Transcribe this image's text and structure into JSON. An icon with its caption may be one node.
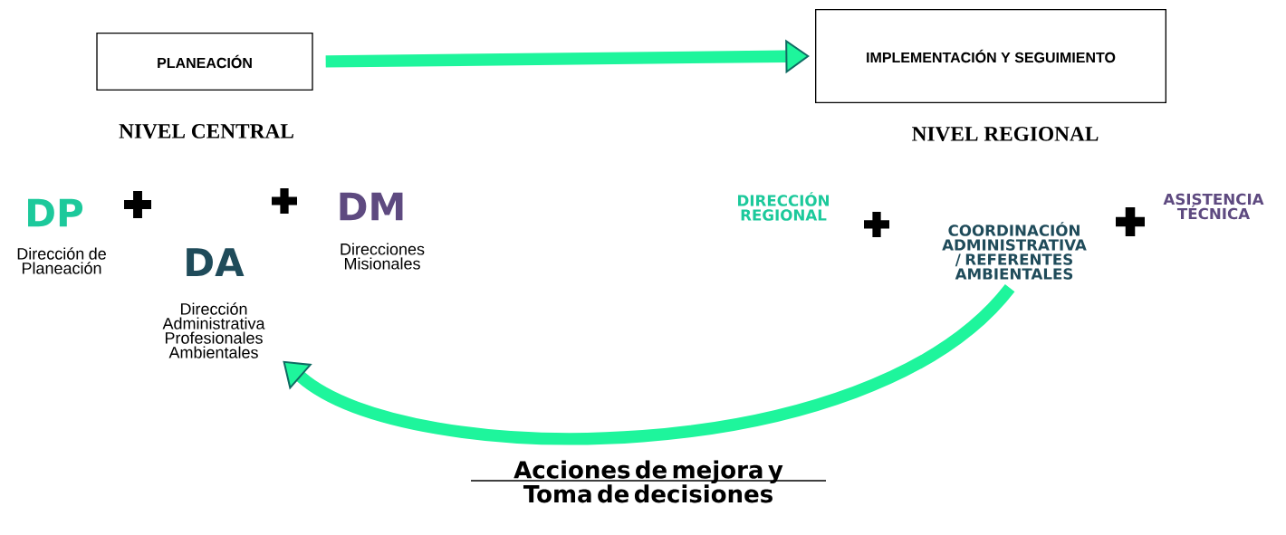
{
  "diagram": {
    "nodes": [
      {
        "text": [
          "PLANEACIÓN"
        ]
      },
      {
        "text": [
          "IMPLEMENTACIÓN Y SEGUIMIENTO"
        ]
      },
      {
        "text": [
          "DA",
          "Dirección Administrativa Profesionales Ambientales"
        ]
      },
      {
        "text": [
          "COORDINACIÓN ADMINISTRATIVA / REFERENTES AMBIENTALES"
        ]
      }
    ],
    "edges": [
      {
        "from": 0,
        "to": 1,
        "arrow": "to"
      },
      {
        "from": 3,
        "to": 2,
        "arrow": "to",
        "label": "Acciones de mejora y Toma de decisiones"
      }
    ],
    "labels": [
      "NIVEL CENTRAL",
      "NIVEL REGIONAL",
      "DP",
      "Dirección de Planeación",
      "DM",
      "Direcciones Misionales",
      "DIRECCIÓN REGIONAL",
      "ASISTENCIA TÉCNICA"
    ]
  }
}
